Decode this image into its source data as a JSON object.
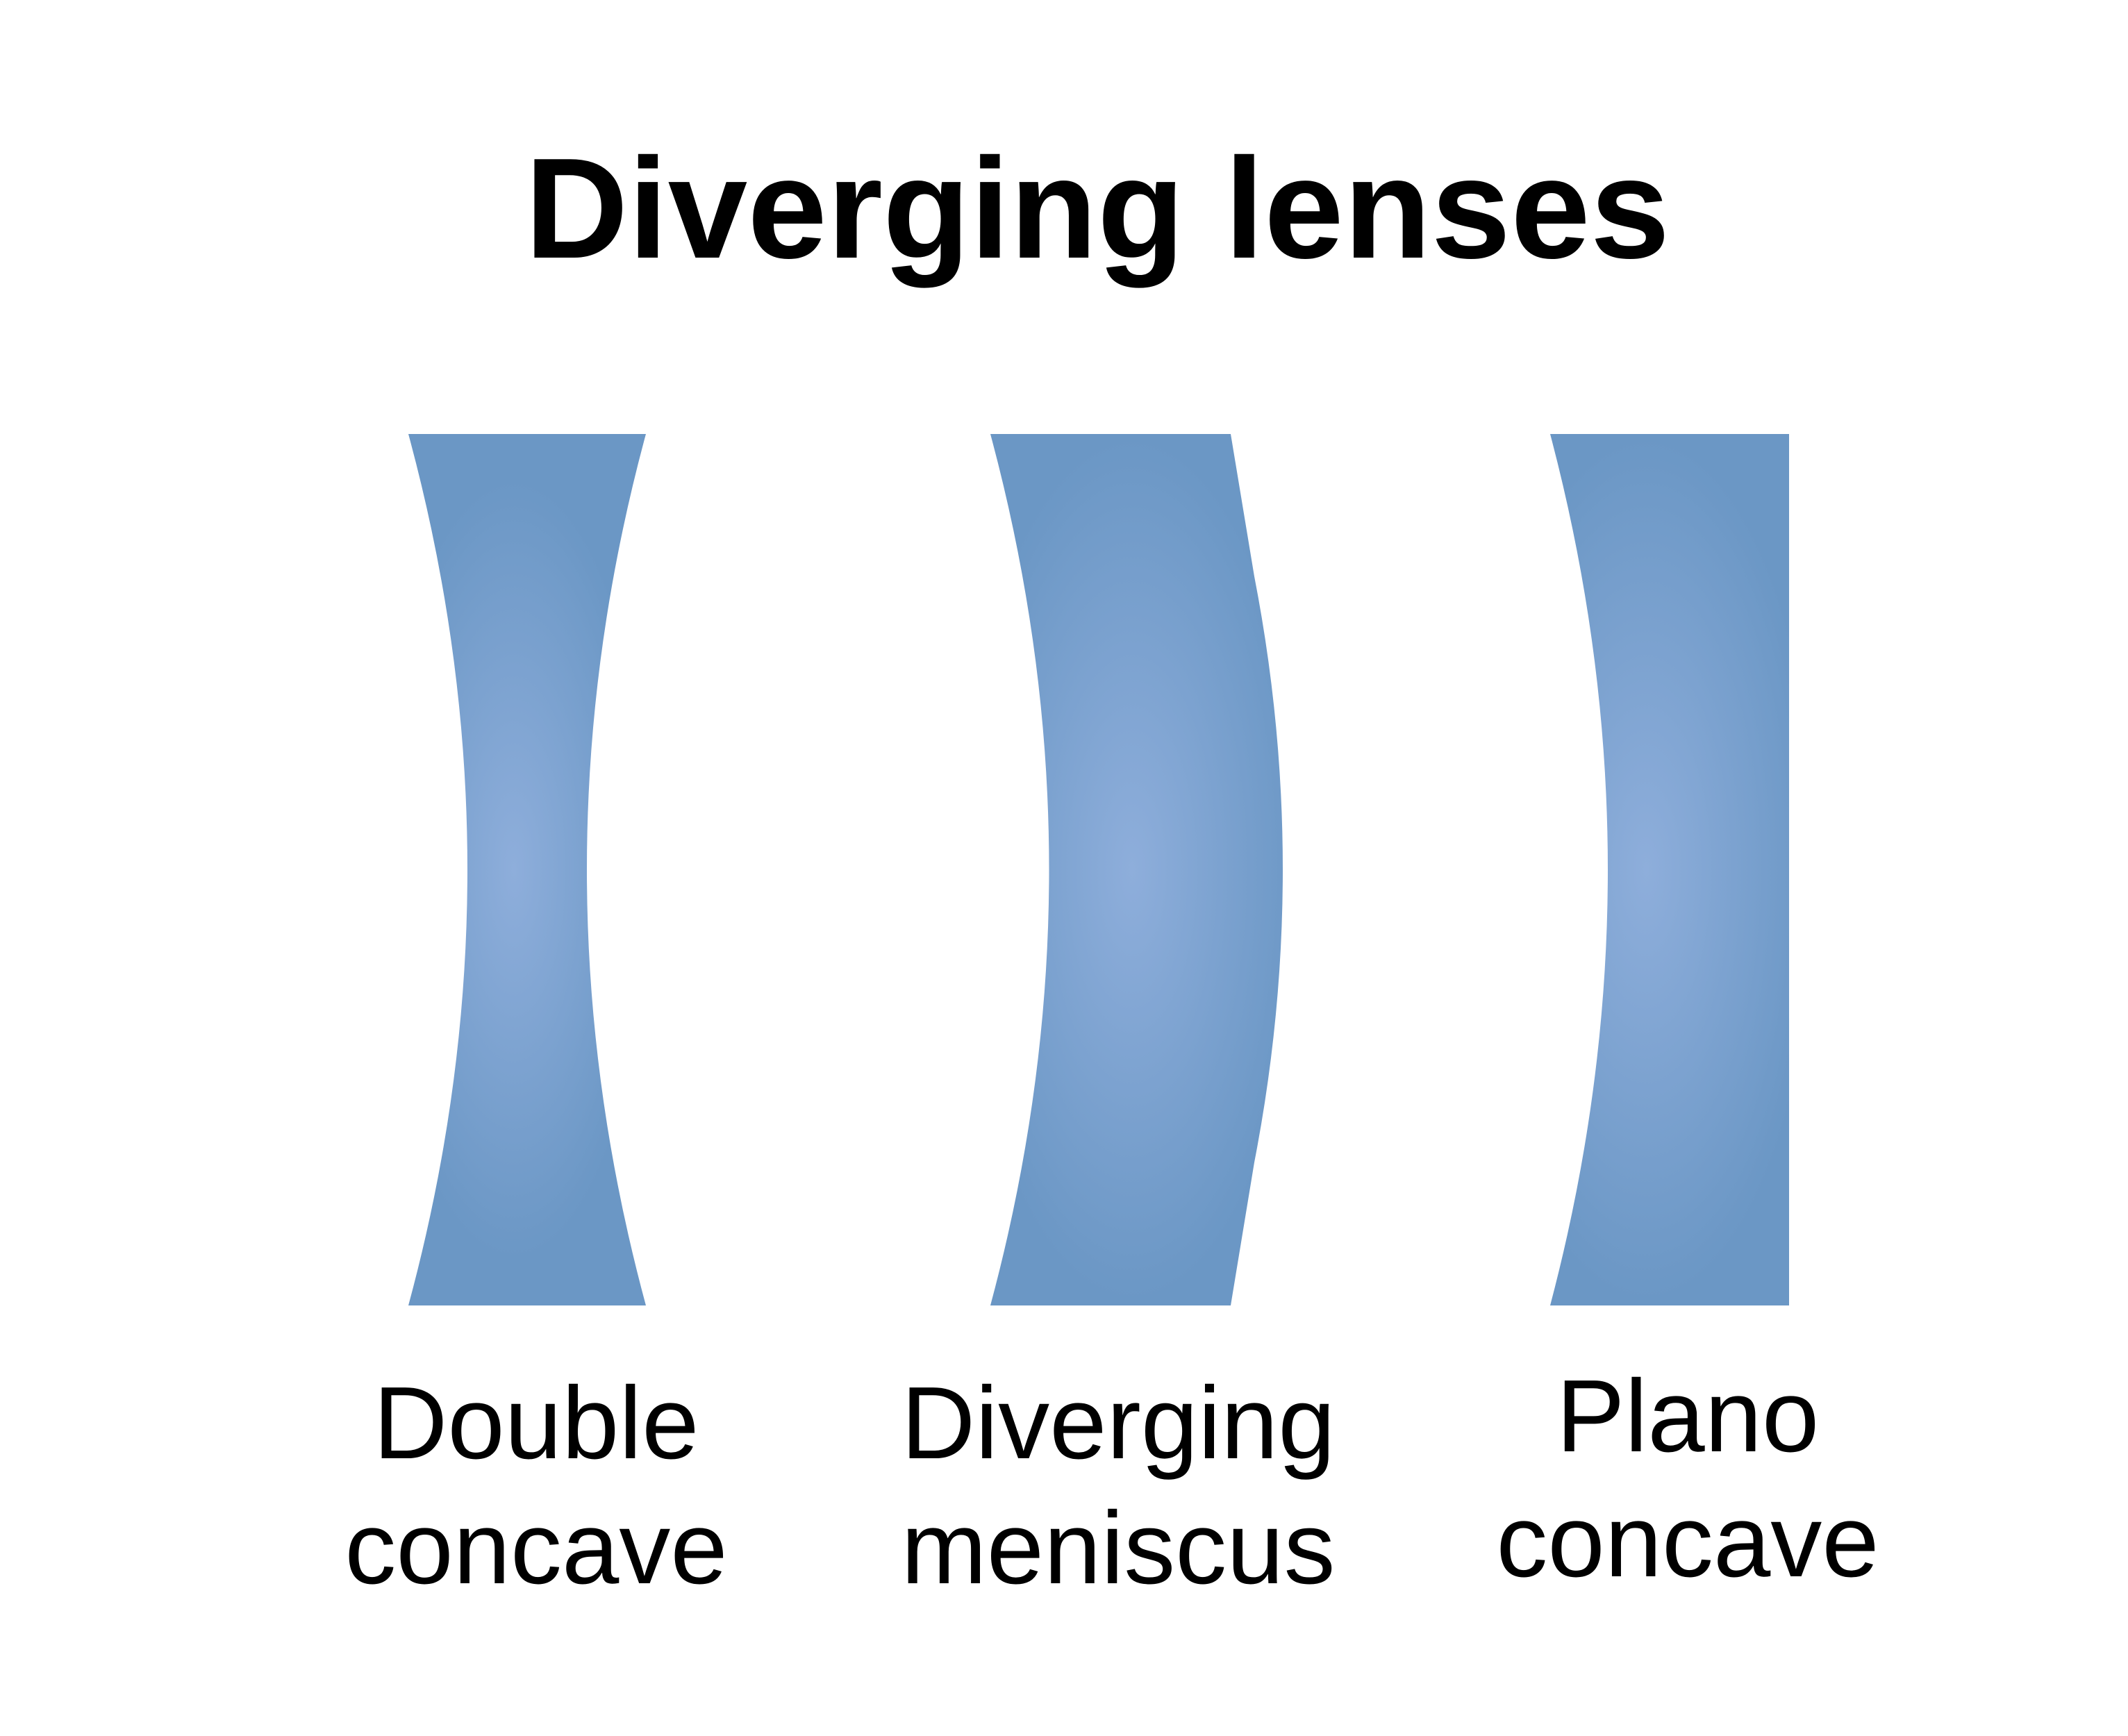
{
  "title": "Diverging lenses",
  "colors": {
    "lens_edge": "#6b97c5",
    "lens_center": "#8eaedb",
    "text": "#000000",
    "background": "#ffffff"
  },
  "lenses": [
    {
      "id": "double-concave",
      "label_line1": "Double",
      "label_line2": "concave"
    },
    {
      "id": "diverging-meniscus",
      "label_line1": "Diverging",
      "label_line2": "meniscus"
    },
    {
      "id": "plano-concave",
      "label_line1": "Plano",
      "label_line2": "concave"
    }
  ]
}
